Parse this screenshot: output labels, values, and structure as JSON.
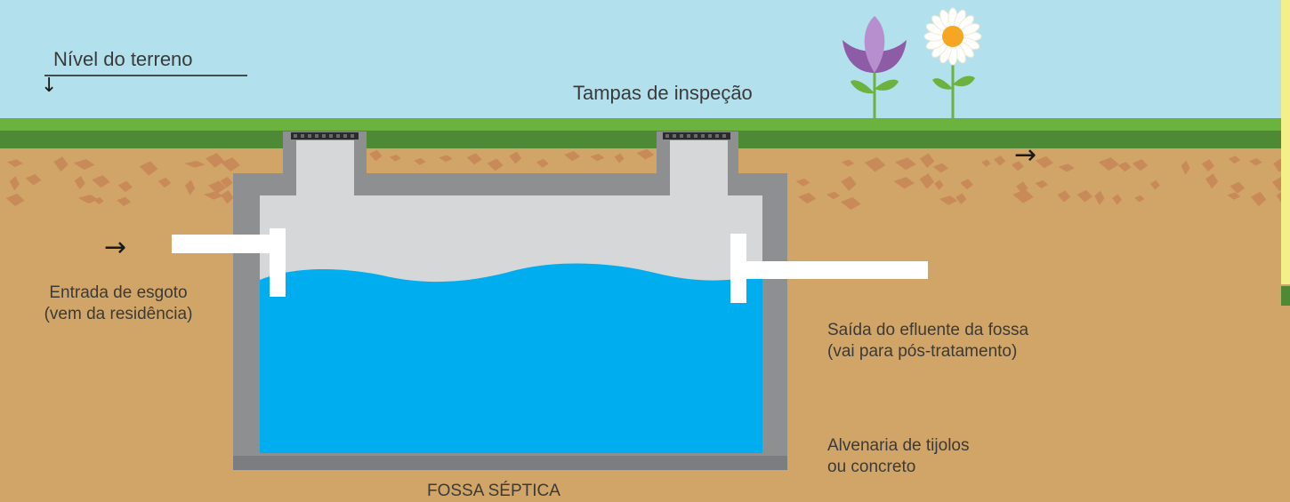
{
  "labels": {
    "ground_level": "Nível do terreno",
    "inspection_covers": "Tampas de inspeção",
    "inlet_line1": "Entrada de esgoto",
    "inlet_line2": "(vem da residência)",
    "outlet_line1": "Saída do efluente da fossa",
    "outlet_line2": "(vai para pós-tratamento)",
    "wall_line1": "Alvenaria de tijolos",
    "wall_line2": "ou concreto",
    "tank_title": "FOSSA SÉPTICA"
  },
  "arrows": {
    "down": "↓",
    "right": "→"
  },
  "colors": {
    "sky": "#b3e0ed",
    "grass_light": "#6cb23f",
    "grass_dark": "#4e8a35",
    "soil": "#d1a567",
    "pebble": "#c98a5a",
    "wall": "#8e8f91",
    "tank_interior": "#d6d7d9",
    "water": "#00aeef",
    "pipe": "#ffffff",
    "cover_grid": "#2b2b2b",
    "flower_purple": "#8e5ba6",
    "flower_purple_light": "#b78fcf",
    "daisy_center": "#f5a623",
    "leaf": "#6cb23f"
  }
}
